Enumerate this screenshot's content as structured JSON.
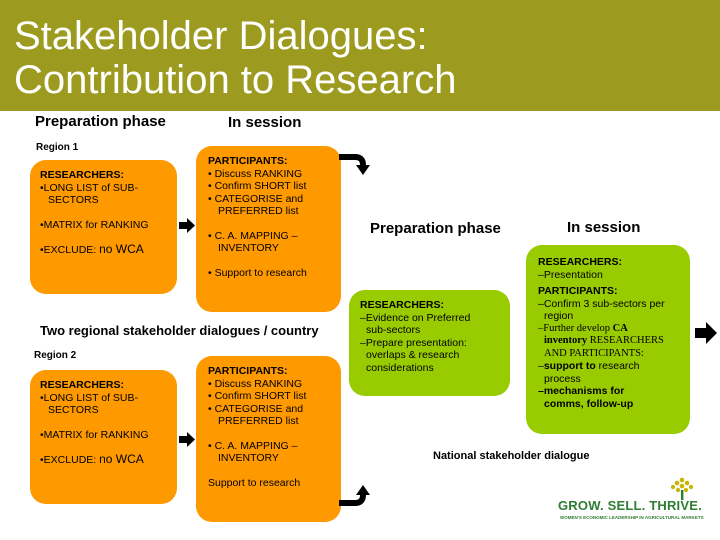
{
  "title": {
    "line1": "Stakeholder Dialogues:",
    "line2": "Contribution to Research"
  },
  "labels": {
    "prep_phase_left": "Preparation phase",
    "in_session_left": "In session",
    "region1": "Region 1",
    "two_regional": "Two regional stakeholder dialogues / country",
    "region2": "Region 2",
    "prep_phase_right": "Preparation phase",
    "in_session_right": "In session",
    "national": "National stakeholder dialogue"
  },
  "region1_researchers": {
    "heading": "RESEARCHERS:",
    "item1a": "•LONG LIST of SUB-",
    "item1b": "SECTORS",
    "item2": "•MATRIX for RANKING",
    "item3a": "•EXCLUDE: ",
    "item3b": "no WCA"
  },
  "region1_participants": {
    "heading": "PARTICIPANTS:",
    "item1": "• Discuss RANKING",
    "item2": "• Confirm SHORT list",
    "item3a": "• CATEGORISE and",
    "item3b": "PREFERRED list",
    "item4a": "• C. A. MAPPING –",
    "item4b": "INVENTORY",
    "item5": "• Support to research"
  },
  "region2_researchers": {
    "heading": "RESEARCHERS:",
    "item1a": "•LONG LIST of  SUB-",
    "item1b": "SECTORS",
    "item2": "•MATRIX for RANKING",
    "item3a": "•EXCLUDE: ",
    "item3b": "no WCA"
  },
  "region2_participants": {
    "heading": "PARTICIPANTS:",
    "item1": "• Discuss RANKING",
    "item2": "• Confirm SHORT list",
    "item3a": "• CATEGORISE and",
    "item3b": "PREFERRED list",
    "item4a": "• C. A. MAPPING –",
    "item4b": "INVENTORY",
    "item5": "Support to research"
  },
  "national_prep": {
    "heading": "RESEARCHERS:",
    "item1a": "–Evidence on Preferred",
    "item1b": "sub-sectors",
    "item2a": "–Prepare presentation:",
    "item2b": "overlaps  & research",
    "item2c": "considerations"
  },
  "national_session": {
    "heading1": "RESEARCHERS:",
    "item1": "–Presentation",
    "heading2": "PARTICIPANTS:",
    "item2a": "–Confirm 3 sub-sectors per",
    "item2b": "region",
    "item3a": "–Further develop ",
    "item3b": "CA",
    "item3c": "inventory",
    "item3d": " RESEARCHERS",
    "item3e": "AND PARTICIPANTS:",
    "item4a": "–",
    "item4b": "support to",
    "item4c": " research",
    "item4d": "process",
    "item5a": "–",
    "item5b": "mechanisms for",
    "item5c": "comms, follow-up"
  },
  "logo": {
    "text": "GROW. SELL. THRIVE.",
    "tagline": "WOMEN'S ECONOMIC LEADERSHIP IN AGRICULTURAL MARKETS"
  },
  "colors": {
    "title_bar": "#9c9b1f",
    "orange_box": "#ff9900",
    "green_box": "#99cc00",
    "logo_green": "#2e7d32",
    "logo_gold": "#c8b400"
  },
  "icons": [
    "right-arrow-icon",
    "curved-arrow-down-icon",
    "curved-arrow-up-icon",
    "tree-logo-icon"
  ]
}
